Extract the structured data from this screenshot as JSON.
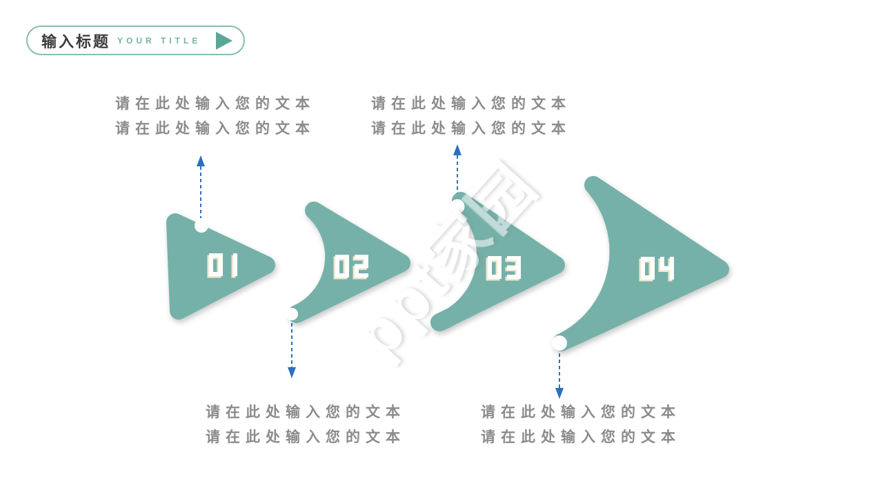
{
  "header": {
    "title_zh": "输入标题",
    "title_en": "YOUR TITLE",
    "play_icon": "play-triangle-icon"
  },
  "watermark": {
    "text": "ppt家园"
  },
  "placeholder_text": "请在此处输入您的文本",
  "steps": [
    {
      "number": "01",
      "callout": "up",
      "lines": [
        "请在此处输入您的文本",
        "请在此处输入您的文本"
      ]
    },
    {
      "number": "02",
      "callout": "down",
      "lines": [
        "请在此处输入您的文本",
        "请在此处输入您的文本"
      ]
    },
    {
      "number": "03",
      "callout": "up",
      "lines": [
        "请在此处输入您的文本",
        "请在此处输入您的文本"
      ]
    },
    {
      "number": "04",
      "callout": "down",
      "lines": [
        "请在此处输入您的文本",
        "请在此处输入您的文本"
      ]
    }
  ],
  "colors": {
    "shape_teal": "#74b1a9",
    "title_border": "#8abab2",
    "play_triangle": "#5aa79a",
    "title_text": "#3b3b3b",
    "title_en_text": "#74b1a9",
    "body_text": "#8b8b8b",
    "arrow_blue": "#2b6fc0",
    "number_white": "#ffffff",
    "number_shadow": "#f0e8cf",
    "hole_white": "#ffffff"
  }
}
